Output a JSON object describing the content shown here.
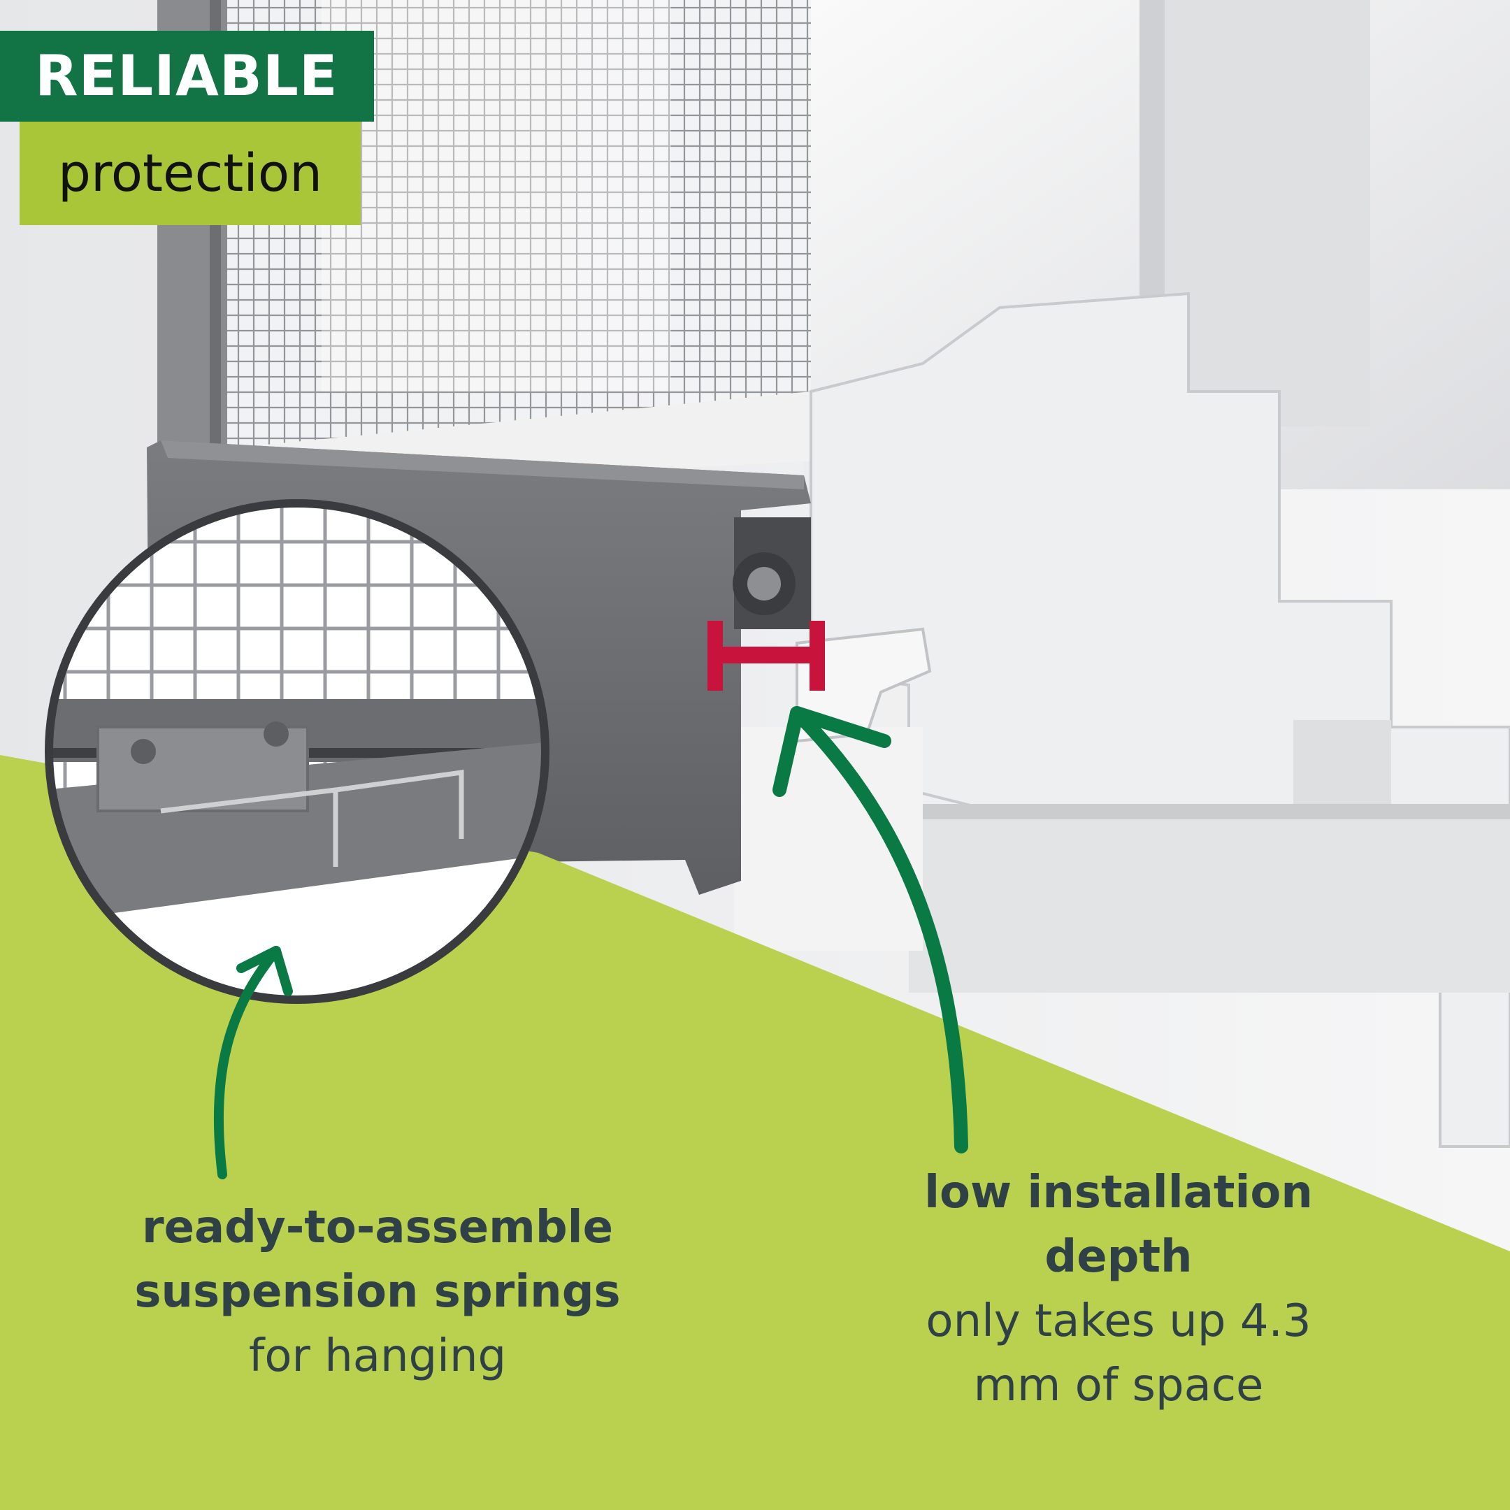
{
  "badge": {
    "line1": "RELIABLE",
    "line2": "protection"
  },
  "features": {
    "springs": {
      "title_line1": "ready-to-assemble",
      "title_line2": "suspension springs",
      "subtitle": "for hanging"
    },
    "depth": {
      "title_line1": "low installation",
      "title_line2": "depth",
      "subtitle_line1": "only takes up 4.3",
      "subtitle_line2": "mm of space"
    }
  },
  "colors": {
    "dark_green": "#127344",
    "lime_green": "#a8c637",
    "arrow_green": "#0a7a45",
    "marker_red": "#c8143c",
    "text_dark": "#2f4046",
    "frame_gray": "#6b6c6e"
  },
  "icons": [
    "arrow-to-spring-icon",
    "arrow-to-depth-icon",
    "depth-marker-icon"
  ]
}
